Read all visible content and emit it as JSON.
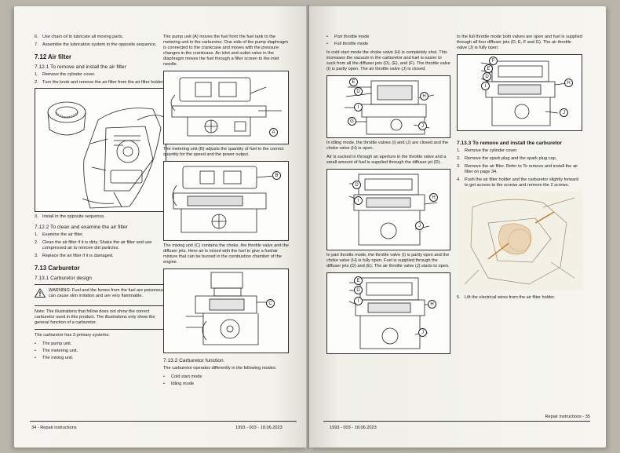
{
  "left_page": {
    "col1": {
      "step6": {
        "num": "6.",
        "text": "Use chain oil to lubricate all moving parts."
      },
      "step7": {
        "num": "7.",
        "text": "Assemble the lubrication system in the opposite sequence."
      },
      "h_7_12": "7.12 Air filter",
      "h_7_12_1": "7.12.1 To remove and install the air filter",
      "remove_steps": [
        {
          "num": "1.",
          "text": "Remove the cylinder cover."
        },
        {
          "num": "2.",
          "text": "Turn the knob and remove the air filter from the air filter holder."
        }
      ],
      "step3": {
        "num": "3.",
        "text": "Install in the opposite sequence."
      },
      "h_7_12_2": "7.12.2 To clean and examine the air filter",
      "clean_steps": [
        {
          "num": "1.",
          "text": "Examine the air filter."
        },
        {
          "num": "2.",
          "text": "Clean the air filter if it is dirty. Shake the air filter and use compressed air to remove dirt particles."
        },
        {
          "num": "3.",
          "text": "Replace the air filter if it is damaged."
        }
      ],
      "h_7_13": "7.13 Carburetor",
      "h_7_13_1": "7.13.1 Carburetor design",
      "warning_text": "WARNING: Fuel and the fumes from the fuel are poisonous, can cause skin irritation and are very flammable.",
      "note_text": "Note: The illustrations that follow does not show the correct carburetor used in this product. The illustrations only show the general function of a carburetor.",
      "systems_intro": "The carburetor has 3 primary systems:",
      "systems": [
        "The pump unit.",
        "The metering unit.",
        "The mixing unit."
      ]
    },
    "col2": {
      "pump_text": "The pump unit (A) moves the fuel from the fuel tank to the metering unit in the carburetor. One side of the pump diaphragm is connected to the crankcase and moves with the pressure changes in the crankcase. An inlet and outlet valve in the diaphragm moves the fuel through a filter screen to the inlet needle.",
      "callout_a": "A",
      "metering_text": "The metering unit (B) adjusts the quantity of fuel to the correct quantity for the speed and the power output.",
      "callout_b": "B",
      "mixing_text": "The mixing unit (C) contains the choke, the throttle valve and the diffuser jets. Here air is mixed with the fuel to give a fuel/air mixture that can be burned in the combustion chamber of the engine.",
      "callout_c": "C",
      "h_7_13_2": "7.13.2 Carburetor function",
      "modes_intro": "The carburetor operates differently in the following modes:",
      "modes": [
        "Cold start mode",
        "Idling mode"
      ]
    },
    "footer_left": "34 - Repair instructions",
    "footer_center": "1993 - 003 - 18.06.2023"
  },
  "right_page": {
    "col1": {
      "modes_cont": [
        "Part throttle mode",
        "Full throttle mode"
      ],
      "cold_text": "In cold start mode the choke valve (H) is completely shut. This increases the vacuum in the carburetor and fuel is easier to suck from all the diffuser jets (D), (E), and (F). The throttle valve (I) is partly open. The air throttle valve (J) is closed.",
      "fig1_labels": {
        "e": "E",
        "d": "D",
        "h": "H",
        "i": "I",
        "g": "G",
        "j": "J"
      },
      "idle_text": "In idling mode, the throttle valves (I) and (J) are closed and the choke valve (H) is open.",
      "idle_text2": "Air is sucked in through an aperture in the throttle valve and a small amount of fuel is supplied through the diffuser jet (D).",
      "fig2_labels": {
        "d": "D",
        "i": "I",
        "h": "H",
        "j": "J"
      },
      "part_text": "In part throttle mode, the throttle valve (I) is partly open and the choke valve (H) is fully open. Fuel is supplied through the diffuser jets (D) and (E). The air throttle valve (J) starts to open.",
      "fig3_labels": {
        "e": "E",
        "d": "D",
        "i": "I",
        "h": "H",
        "j": "J"
      }
    },
    "col2": {
      "full_text": "In the full throttle mode both valves are open and fuel is supplied through all four diffuser jets (D, E, F and G). The air throttle valve (J) is fully open.",
      "fig4_labels": {
        "f": "F",
        "e": "E",
        "d": "D",
        "i": "I",
        "h": "H",
        "j": "J"
      },
      "h_7_13_3": "7.13.3 To remove and install the carburetor",
      "steps": [
        {
          "num": "1.",
          "text": "Remove the cylinder cover."
        },
        {
          "num": "2.",
          "text": "Remove the spark plug and the spark plug cap."
        },
        {
          "num": "3.",
          "text": "Remove the air filter. Refer to To remove and install the air filter on page 34."
        },
        {
          "num": "4.",
          "text": "Push the air filter holder and the carburetor slightly forward to get access to the screws and remove the 2 screws."
        }
      ],
      "step5": {
        "num": "5.",
        "text": "Lift the electrical wires from the air filter holder."
      }
    },
    "footer_center": "1993 - 003 - 18.06.2023",
    "footer_right": "Repair instructions - 35"
  }
}
